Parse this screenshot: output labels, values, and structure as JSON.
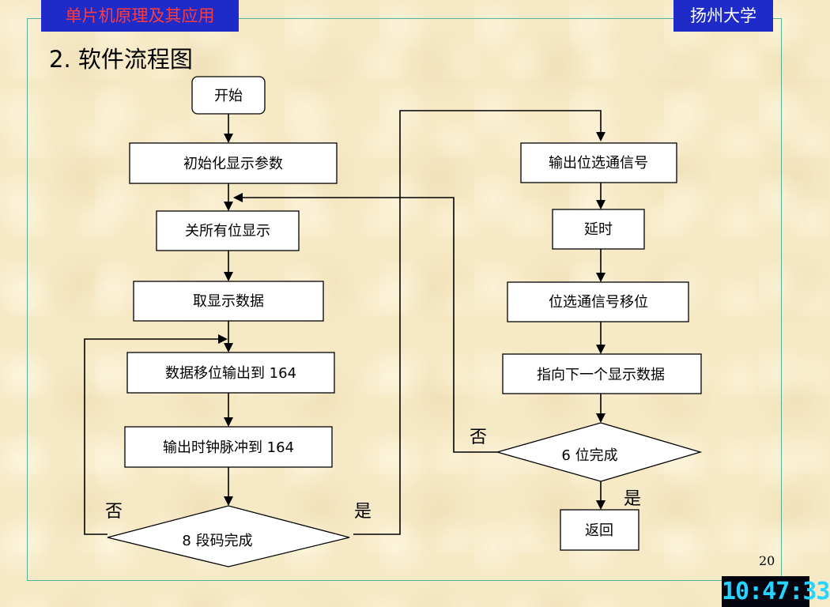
{
  "header": {
    "course": "单片机原理及其应用",
    "school": "扬州大学"
  },
  "slide": {
    "title": "2. 软件流程图",
    "page_number": "20"
  },
  "clock": {
    "time": "10:47:33"
  },
  "flowchart": {
    "start": "开始",
    "init": "初始化显示参数",
    "close_all": "关所有位显示",
    "get_data": "取显示数据",
    "shift_out": "数据移位输出到 164",
    "clock_out": "输出时钟脉冲到 164",
    "decision_8": "8 段码完成",
    "no_8": "否",
    "yes_8": "是",
    "bit_select": "输出位选通信号",
    "delay": "延时",
    "shift_select": "位选通信号移位",
    "next_data": "指向下一个显示数据",
    "decision_6": "6 位完成",
    "no_6": "否",
    "yes_6": "是",
    "return": "返回"
  }
}
